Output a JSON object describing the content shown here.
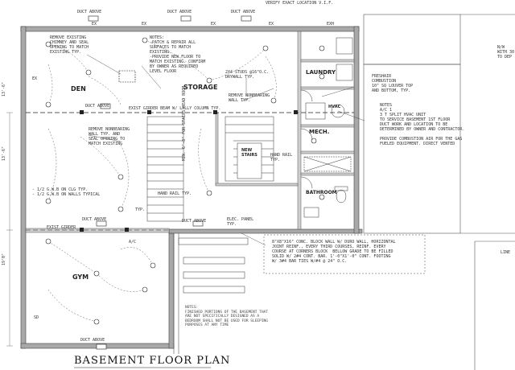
{
  "top_note": "VERIFY EXACT LOCATION V.I.F.",
  "rooms": {
    "den": "DEN",
    "storage": "STORAGE",
    "laundry": "LAUNDRY",
    "mech": "MECH.",
    "hvac": "HVAC",
    "bathroom": "BATHROOM",
    "gym": "GYM",
    "new_stairs": "NEW\nSTAIRS"
  },
  "notes": {
    "remove_chimney": "REMOVE EXISTING\nCHIMNEY AND SEAL\nOPENING TO MATCH\nEXISTING TYP.",
    "general_notes": "NOTES:\n-PATCH & REPAIR ALL\nSURFACES TO MATCH\nEXISTING.\n-PROVIDE NEW FLOOR TO\nMATCH EXISTING. CONFIRM\nBY OWNER AS REQUIRED\nLEVEL FLOOR",
    "studs": "2X4 STUDS @16\"O.C.\nDRYWALL TYP.",
    "remove_nonbearing_wall": "REMOVE NONBEARING\nWALL TYP.",
    "remove_nonbearing_seal": "REMOVE NONBEARING\nWALL TYP. AND\nSEAL OPENING TO\nMATCH EXISTING",
    "fresh_air": "FRESHAIR\nCOMBUSTION\n10\" SQ LOUVER TOP\nAND BOTTOM, TYP.",
    "hvac_note": "NOTES\nA/C 1\n3 T SPLIT HVAC UNIT\nTO SERVICE BASEMENT 1ST FLOOR\nDUCT WORK AND LOCATION TO BE\nDETERMINED BY OWNER AND CONTRACTOR.\n\nPROVIDE COMBUSTION AIR FOR THE GAS\nFUELED EQUIPMENT. DIRECT VENTED",
    "block_wall": "8\"X8\"X16\" CONC. BLOCK WALL W/ DURO WALL, HORIZONTAL\nJOINT REINF., EVERY THIRD COURSES, REINF. EVERY\nCOURSE AT CORNERS BLOCK  BELLOW GRADE TO BE FILLED\nSOLID W/ 2#4 CONT. BAR. 1'-0\"X1'-0\" CONT. FOOTING\nW/ 3#4 BAR TIES W/#4 @ 24\" O.C.",
    "bottom_notes": "NOTES:\nFINISHED PORTIONS OF THE BASEMENT THAT\nARE NOT SPECIFICALLY DESIGNED AS A\nBEDROOM SHALL NOT BE USED FOR SLEEPING\nPURPOSES AT ANY TIME",
    "gfci": "- 1/2 G.W.B ON CLG TYP.\n- 1/2 G.W.B ON WALLS TYPICAL",
    "hand_rail_1": "HAND RAIL TYP.",
    "hand_rail_2": "HAND RAIL\nTYP.",
    "beam_label": "EXIST GIRDER BEAM W/ LALLY COLUMN TYP.",
    "exist_girder": "EXIST GIRDER",
    "headroom": "MIN. 6'-8\" FOR STAIRS HEAD ROOM",
    "elec_panel": "ELEC. PANEL\nTYP.",
    "right_notes": "N/W\nWITH 30\nTO DEP",
    "line": "LINE"
  },
  "outlet_labels": [
    "DUCT ABOVE",
    "DUCT ABOVE",
    "DUCT ABOVE",
    "DUCT ABOVE",
    "DUCT ABOVE",
    "DUCT ABOVE",
    "DUCT ABOVE"
  ],
  "tags": {
    "ex": "EX",
    "exh": "EXH",
    "ac": "A/C",
    "typ": "TYP.",
    "sd": "SD"
  },
  "dims": {
    "dim_left_1": "13'-6\"",
    "dim_left_2": "13'-6\"",
    "dim_left_3": "19'0\""
  },
  "title": "BASEMENT FLOOR PLAN",
  "colors": {
    "wall": "#555555",
    "wall_fill": "#9a9a9a",
    "line": "#333333",
    "paper": "#ffffff"
  }
}
